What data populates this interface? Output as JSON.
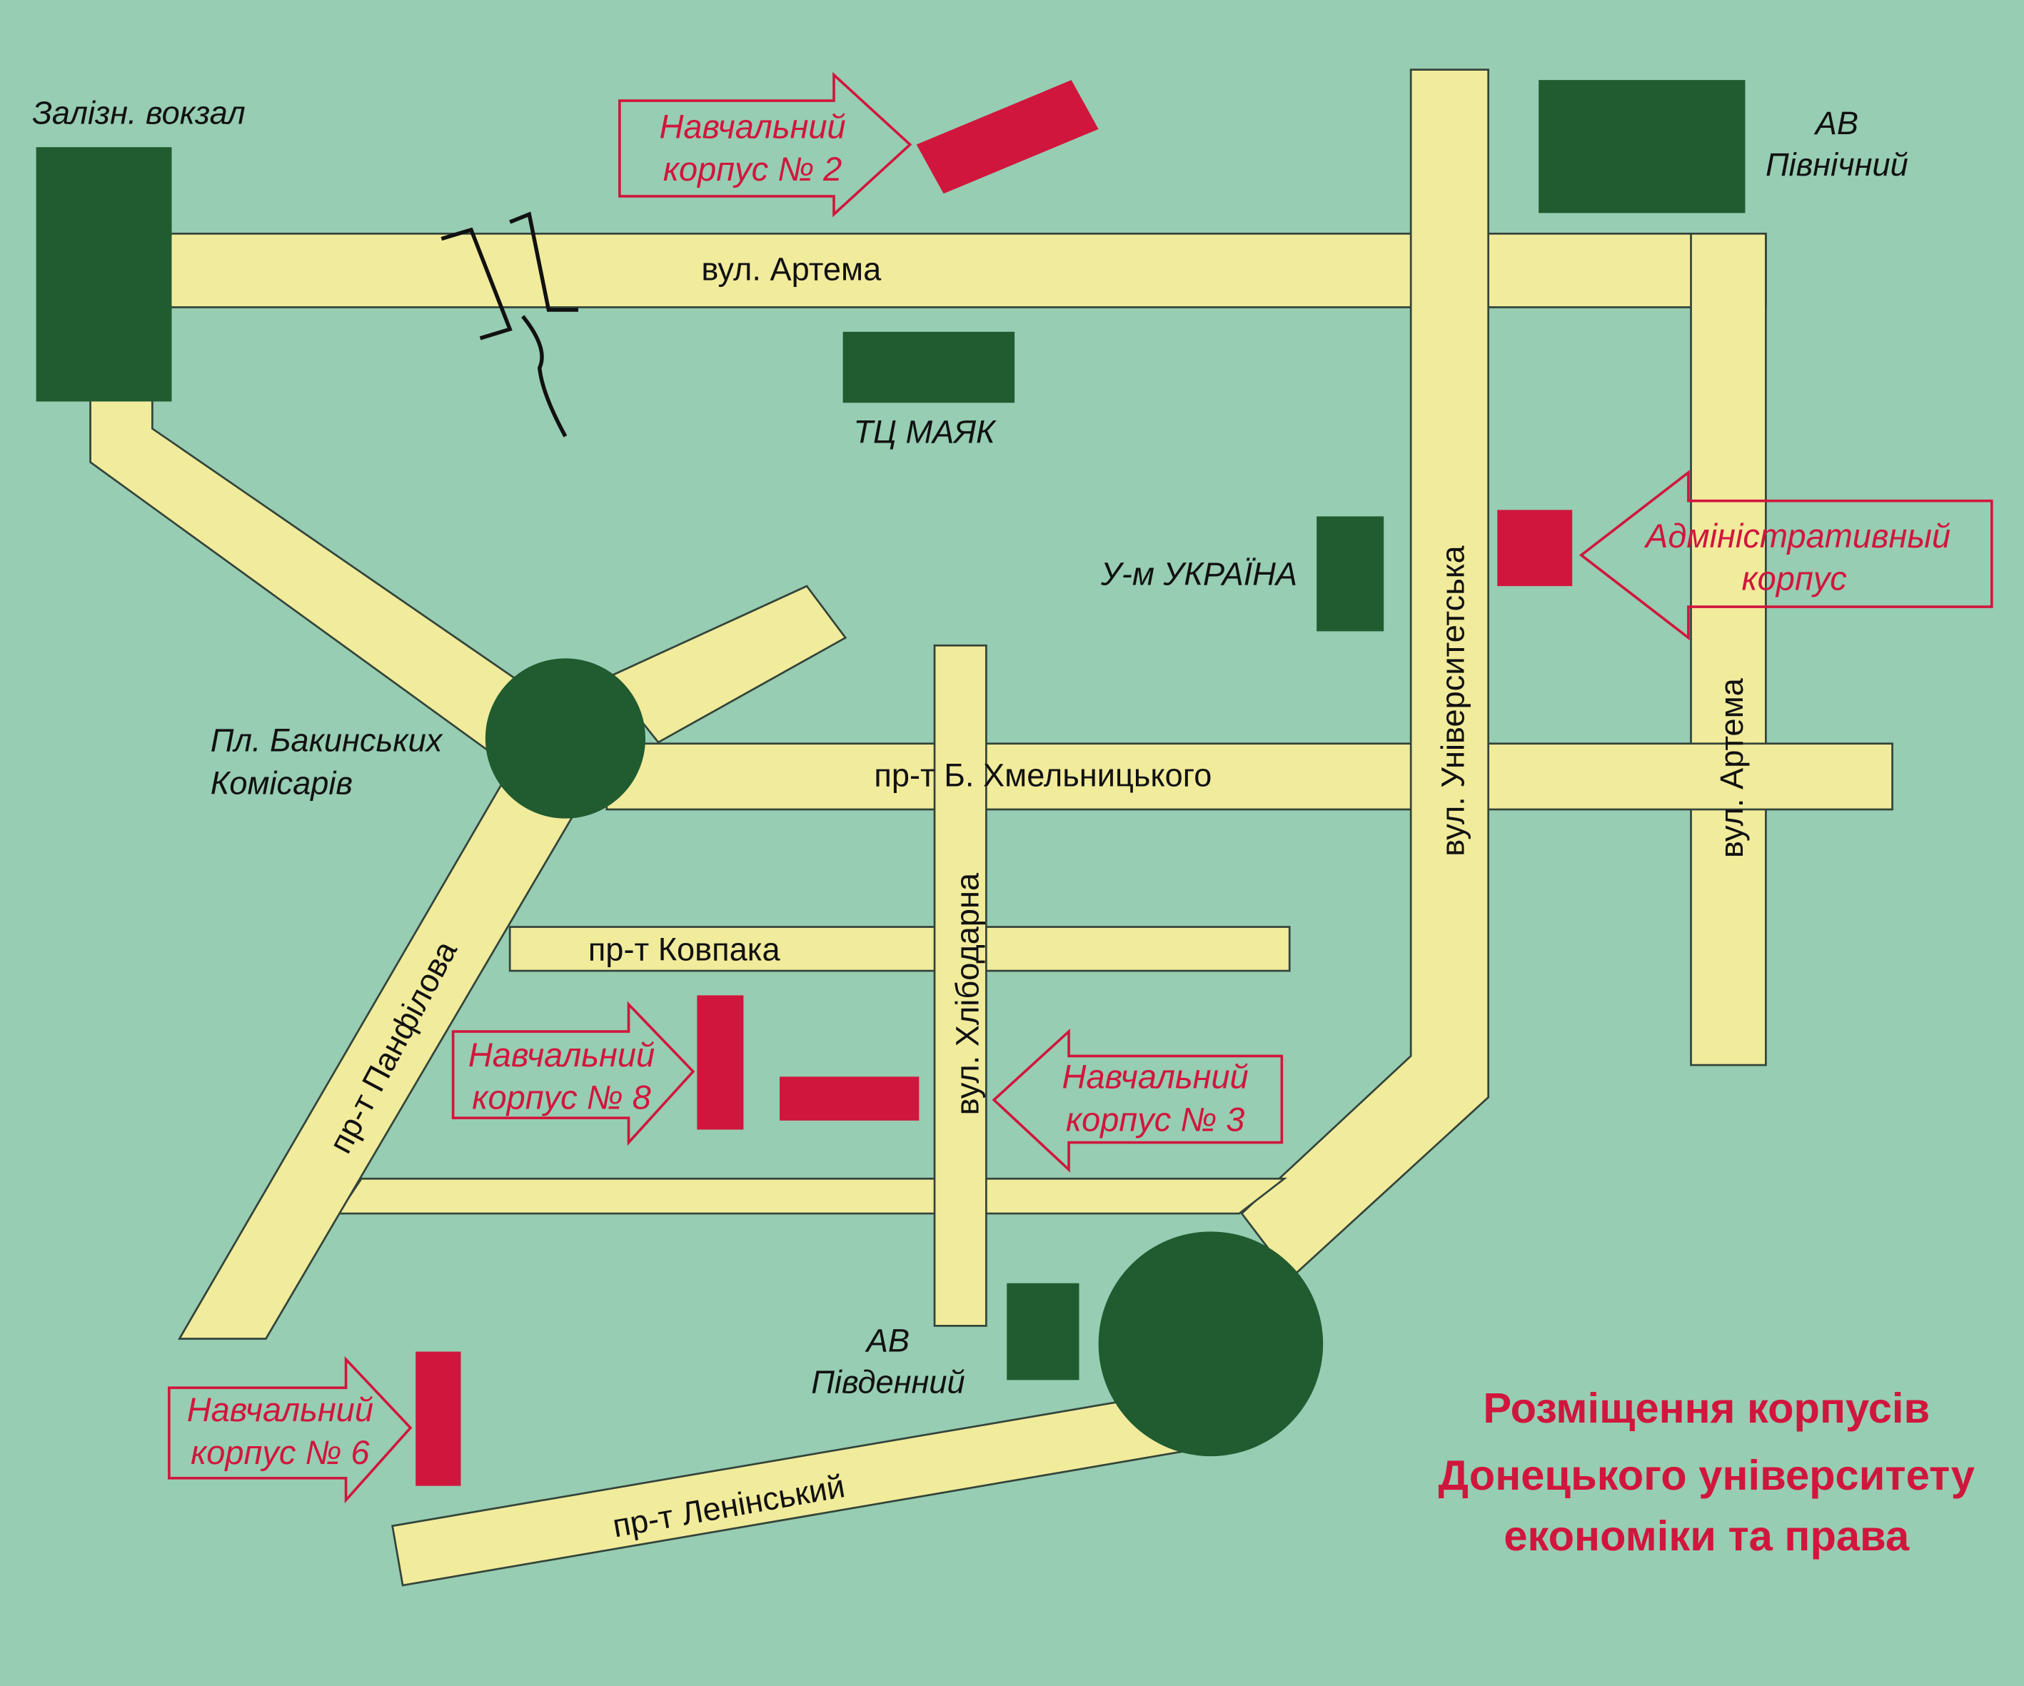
{
  "colors": {
    "background": "#97cdb2",
    "road": "#f1eb9c",
    "building": "#215b30",
    "campus": "#d1163d",
    "label": "#111111"
  },
  "title": {
    "line1": "Розміщення корпусів",
    "line2": "Донецького університету",
    "line3": "економіки та права"
  },
  "landmarks": {
    "railway_station": "Залізн. вокзал",
    "bus_north_1": "АВ",
    "bus_north_2": "Північний",
    "mall": "ТЦ МАЯК",
    "store": "У-м УКРАЇНА",
    "square_1": "Пл. Бакинських",
    "square_2": "Комісарів",
    "bus_south_1": "АВ",
    "bus_south_2": "Південний"
  },
  "streets": {
    "artema_top": "вул. Артема",
    "artema_right": "вул. Артема",
    "universytetska": "вул. Університетська",
    "khmelnytskoho": "пр-т Б. Хмельницького",
    "kovpaka": "пр-т Ковпака",
    "khlibodarna": "вул. Хлібодарна",
    "panfilova": "пр-т Панфілова",
    "leninskyi": "пр-т Ленінський"
  },
  "campuses": {
    "building2_1": "Навчальний",
    "building2_2": "корпус № 2",
    "admin_1": "Адміністративный",
    "admin_2": "корпус",
    "building8_1": "Навчальний",
    "building8_2": "корпус № 8",
    "building3_1": "Навчальний",
    "building3_2": "корпус № 3",
    "building6_1": "Навчальний",
    "building6_2": "корпус № 6"
  }
}
